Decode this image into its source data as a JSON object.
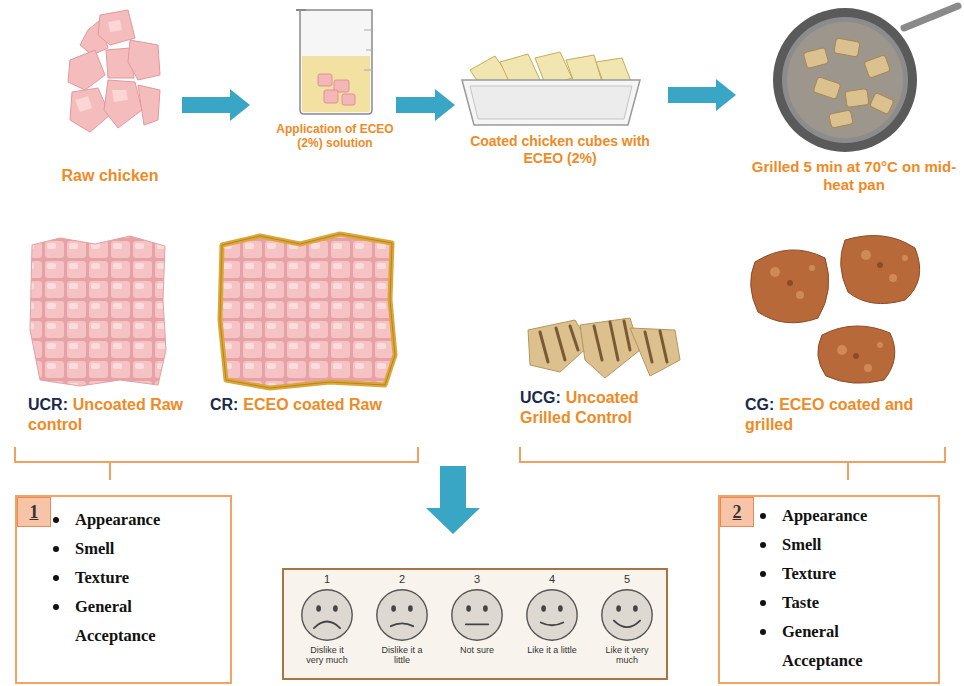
{
  "diagram": {
    "nodes": [
      {
        "text": [
          "Raw chicken"
        ]
      },
      {
        "text": [
          "Application of ECEO (2%) solution"
        ]
      },
      {
        "text": [
          "Coated chicken cubes with ECEO (2%)"
        ]
      },
      {
        "text": [
          "Grilled 5 min at 70°C on mid-heat pan"
        ]
      },
      {
        "text": [
          "UCR:",
          "Uncoated Raw control"
        ]
      },
      {
        "text": [
          "CR:",
          "ECEO coated Raw"
        ]
      },
      {
        "text": [
          "UCG:",
          "Uncoated Grilled Control"
        ]
      },
      {
        "text": [
          "CG:",
          "ECEO coated and grilled"
        ]
      },
      {
        "text": [
          "Appearance",
          "Smell",
          "Texture",
          "General Acceptance"
        ]
      },
      {
        "text": [
          "1"
        ],
        "in": 8
      },
      {
        "text": []
      },
      {
        "text": [
          "1",
          "Dislike it very much"
        ],
        "in": 10
      },
      {
        "text": [
          "2",
          "Dislike it a little"
        ],
        "in": 10
      },
      {
        "text": [
          "3",
          "Not sure"
        ],
        "in": 10
      },
      {
        "text": [
          "4",
          "Like it a little"
        ],
        "in": 10
      },
      {
        "text": [
          "5",
          "Like it very much"
        ],
        "in": 10
      },
      {
        "text": [
          "Appearance",
          "Smell",
          "Texture",
          "Taste",
          "General Acceptance"
        ]
      },
      {
        "text": [
          "2"
        ],
        "in": 16
      }
    ],
    "edges": [
      {
        "from": 0,
        "to": 1,
        "arrow": "to"
      },
      {
        "from": 1,
        "to": 2,
        "arrow": "to"
      },
      {
        "from": 2,
        "to": 3,
        "arrow": "to"
      }
    ]
  }
}
